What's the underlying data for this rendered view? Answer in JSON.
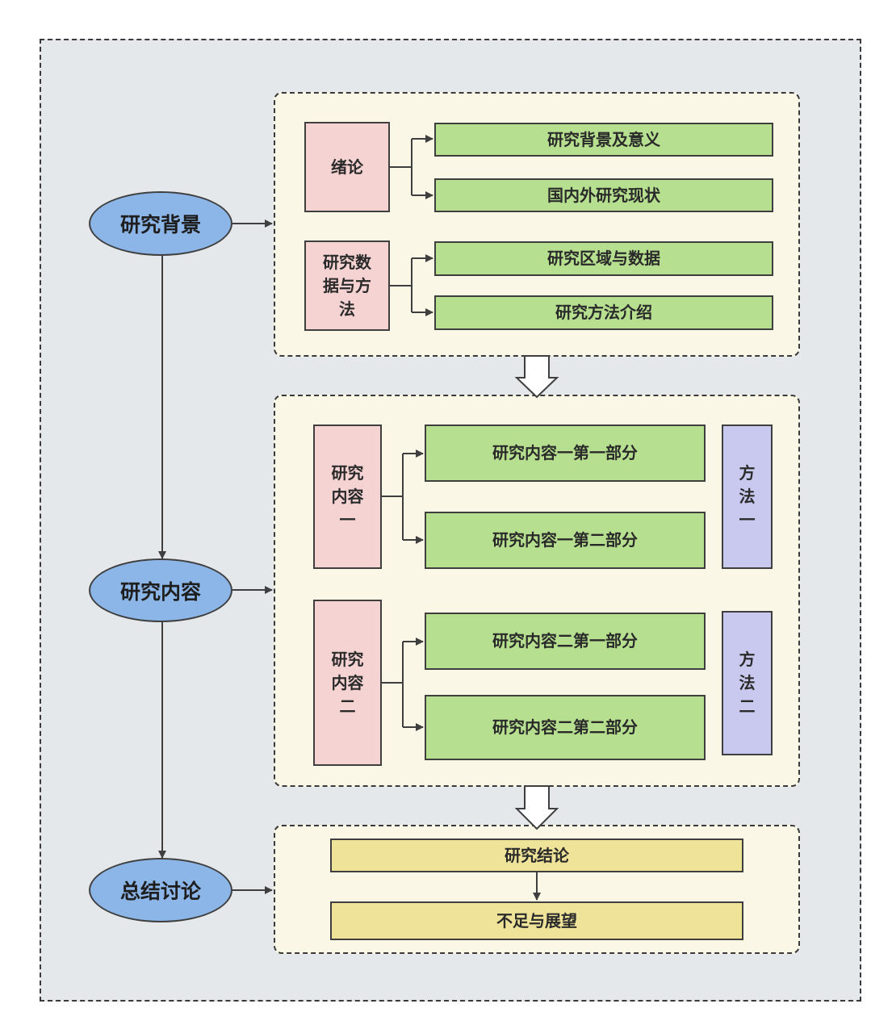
{
  "main_nodes": {
    "background": "研究背景",
    "content": "研究内容",
    "conclusion": "总结讨论"
  },
  "panel1": {
    "intro": "绪论",
    "intro_items": [
      "研究背景及意义",
      "国内外研究现状"
    ],
    "data_method": "研究数据与方法",
    "data_method_items": [
      "研究区域与数据",
      "研究方法介绍"
    ]
  },
  "panel2": {
    "content1": "研究内容一",
    "content1_items": [
      "研究内容一第一部分",
      "研究内容一第二部分"
    ],
    "method1": "方法一",
    "content2": "研究内容二",
    "content2_items": [
      "研究内容二第一部分",
      "研究内容二第二部分"
    ],
    "method2": "方法二"
  },
  "panel3": {
    "conclusion": "研究结论",
    "outlook": "不足与展望"
  },
  "colors": {
    "main_node": "#8cb6e8",
    "green_box": "#b6e08f",
    "pink_box": "#f6d3d3",
    "purple_box": "#c9c9ef",
    "yellow_box": "#efe39a",
    "panel_bg": "#fbf7e6",
    "outer_bg": "#e4e8ea"
  }
}
